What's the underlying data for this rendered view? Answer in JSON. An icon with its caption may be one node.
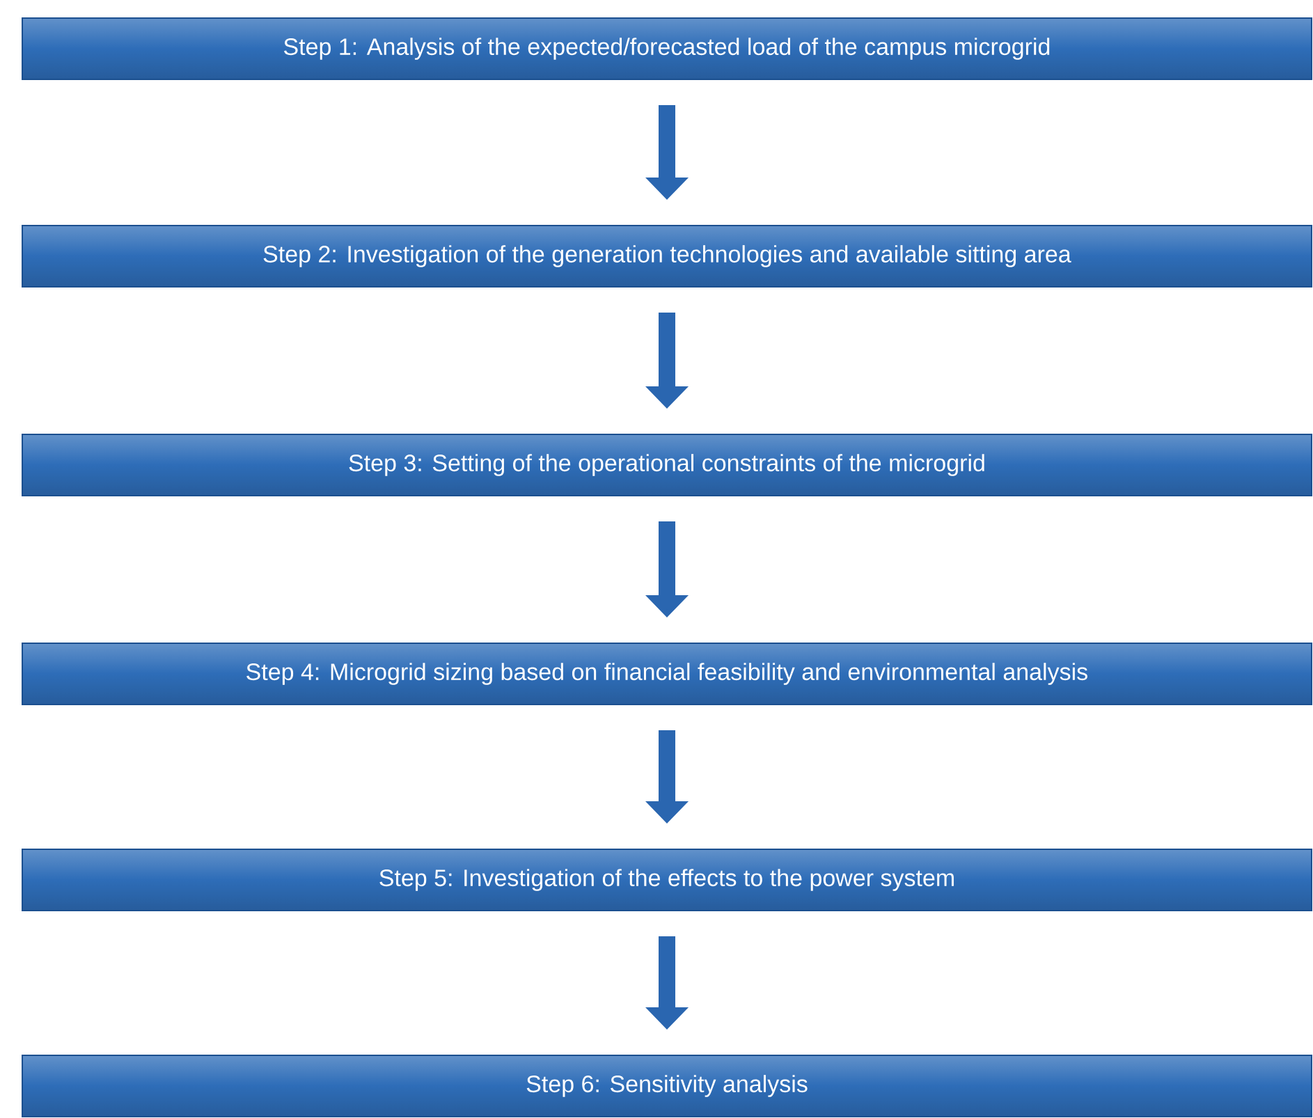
{
  "diagram": {
    "nodes": [
      {
        "text": [
          "Step 1: Analysis of the expected/forecasted load of the campus microgrid"
        ]
      },
      {
        "text": [
          "Step 2: Investigation of the generation technologies and available sitting area"
        ]
      },
      {
        "text": [
          "Step 3: Setting of the operational constraints of the microgrid"
        ]
      },
      {
        "text": [
          "Step 4: Microgrid sizing based on financial feasibility and environmental analysis"
        ]
      },
      {
        "text": [
          "Step 5: Investigation of the effects to the power system"
        ]
      },
      {
        "text": [
          "Step 6: Sensitivity analysis"
        ]
      }
    ],
    "edges": [
      {
        "from": 0,
        "to": 1,
        "arrow": "to"
      },
      {
        "from": 1,
        "to": 2,
        "arrow": "to"
      },
      {
        "from": 2,
        "to": 3,
        "arrow": "to"
      },
      {
        "from": 3,
        "to": 4,
        "arrow": "to"
      },
      {
        "from": 4,
        "to": 5,
        "arrow": "to"
      }
    ]
  }
}
